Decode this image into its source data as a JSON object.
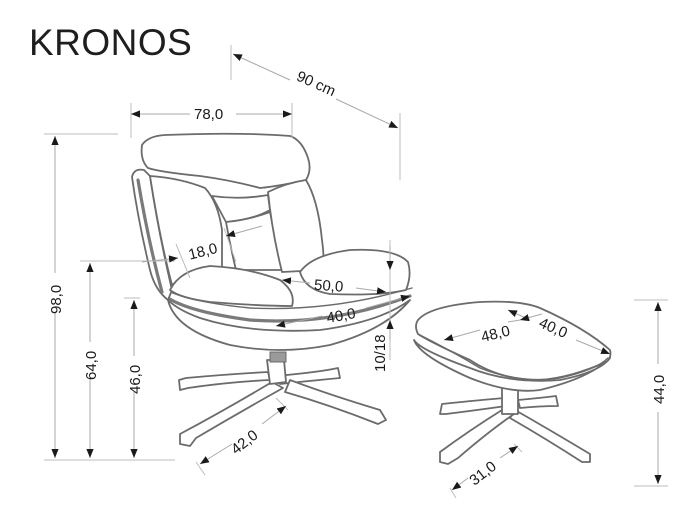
{
  "product": {
    "name": "KRONOS",
    "unit": "cm"
  },
  "dimensions": {
    "chair_depth_diagonal": "90 cm",
    "chair_width": "78,0",
    "chair_total_height": "98,0",
    "armrest_height": "64,0",
    "seat_height": "46,0",
    "backrest_side_cushion_width": "18,0",
    "seat_depth": "50,0",
    "seat_width": "40,0",
    "seat_cushion_thickness": "10/18",
    "chair_base_leg_length": "42,0",
    "ottoman_length": "48,0",
    "ottoman_width": "40,0",
    "ottoman_height": "44,0",
    "ottoman_base_leg_length": "31,0"
  },
  "colors": {
    "line": "#6b6b6b",
    "dimension_line": "#a9a9a9",
    "text": "#1a1a1a",
    "background": "#ffffff"
  }
}
